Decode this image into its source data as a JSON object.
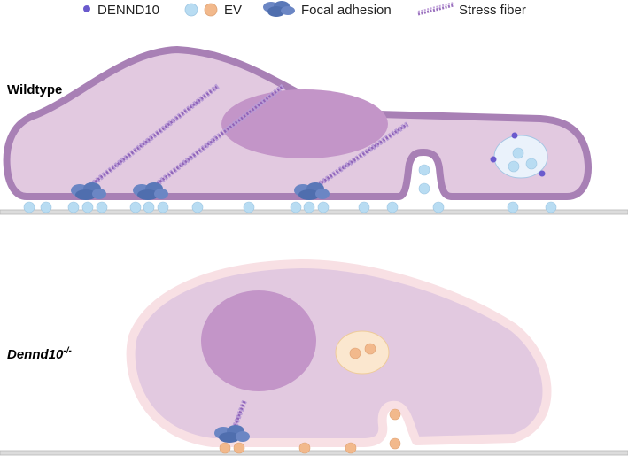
{
  "legend": {
    "dennd10": "DENND10",
    "ev": "EV",
    "focal_adhesion": "Focal adhesion",
    "stress_fiber": "Stress fiber"
  },
  "panels": {
    "wildtype": {
      "label": "Wildtype"
    },
    "knockout": {
      "label_main": "Dennd10",
      "label_sup": "-/-"
    }
  },
  "colors": {
    "dennd10": "#6a5acd",
    "ev_wildtype": "#b8dcf2",
    "ev_knockout": "#f2b98c",
    "focal_adhesion": "#5a78b8",
    "stress_fiber": "#9b72bf",
    "cytoplasm": "#e2c9e0",
    "membrane_wildtype": "#a880b5",
    "membrane_knockout": "#f8e0e4",
    "nucleus": "#c395c8",
    "vesicle_wildtype": "#eaf2fb",
    "vesicle_knockout": "#fbe7cf",
    "substrate": "#dcdcdc"
  }
}
